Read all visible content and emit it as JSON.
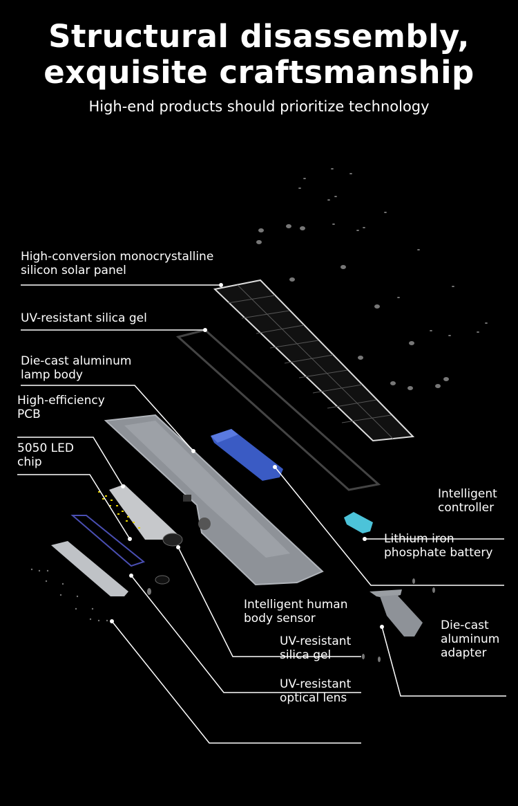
{
  "header": {
    "title_line1": "Structural disassembly,",
    "title_line2": "exquisite craftsmanship",
    "subtitle": "High-end products should prioritize technology"
  },
  "labels": {
    "solar_panel": [
      "High-conversion monocrystalline",
      "silicon solar panel"
    ],
    "silica_gel_top": [
      "UV-resistant silica gel"
    ],
    "lamp_body": [
      "Die-cast aluminum",
      "lamp body"
    ],
    "pcb": [
      "High-efficiency",
      "PCB"
    ],
    "led_chip": [
      "5050 LED",
      "chip"
    ],
    "controller": [
      "Intelligent",
      "controller"
    ],
    "battery": [
      "Lithium iron",
      "phosphate battery"
    ],
    "sensor": [
      "Intelligent human",
      "body sensor"
    ],
    "silica_gel_bottom": [
      "UV-resistant",
      "silica gel"
    ],
    "optical_lens": [
      "UV-resistant",
      "optical lens"
    ],
    "adapter": [
      "Die-cast",
      "aluminum",
      "adapter"
    ]
  },
  "colors": {
    "background": "#000000",
    "text": "#ffffff",
    "battery": "#3a5bc4",
    "controller": "#4cc3d9",
    "lamp_body": "#a7abb1"
  }
}
